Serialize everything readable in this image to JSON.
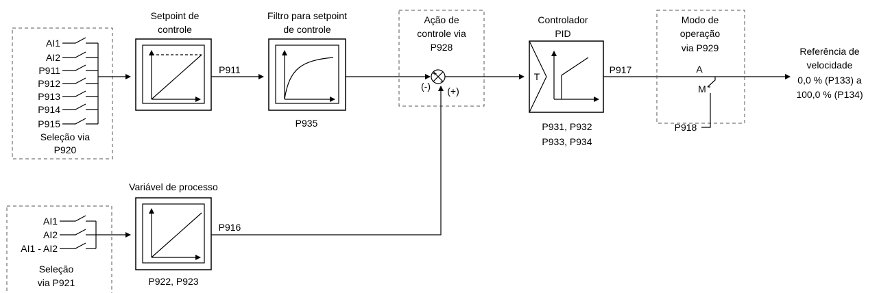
{
  "setpoint_selection": {
    "inputs": [
      "AI1",
      "AI2",
      "P911",
      "P912",
      "P913",
      "P914",
      "P915"
    ],
    "caption": [
      "Seleção via",
      "P920"
    ]
  },
  "setpoint_block": {
    "title": [
      "Setpoint de",
      "controle"
    ],
    "output_label": "P911"
  },
  "filter_block": {
    "title": [
      "Filtro para setpoint",
      "de controle"
    ],
    "param": "P935"
  },
  "control_action": {
    "title": [
      "Ação de",
      "controle via",
      "P928"
    ],
    "sign_minus": "(-)",
    "sign_plus": "(+)"
  },
  "pid_block": {
    "title": [
      "Controlador",
      "PID"
    ],
    "t_label": "T",
    "params": [
      "P931, P932",
      "P933, P934"
    ],
    "output_label": "P917"
  },
  "operation_mode": {
    "title": [
      "Modo de",
      "operação",
      "via P929"
    ],
    "auto_label": "A",
    "manual_label": "M",
    "manual_input": "P918"
  },
  "output": {
    "title": [
      "Referência de",
      "velocidade",
      "0,0 % (P133) a",
      "100,0 % (P134)"
    ]
  },
  "process_selection": {
    "inputs": [
      "AI1",
      "AI2",
      "AI1 - AI2"
    ],
    "caption": [
      "Seleção",
      "via P921"
    ]
  },
  "process_block": {
    "title": "Variável de processo",
    "params": "P922, P923",
    "output_label": "P916"
  }
}
